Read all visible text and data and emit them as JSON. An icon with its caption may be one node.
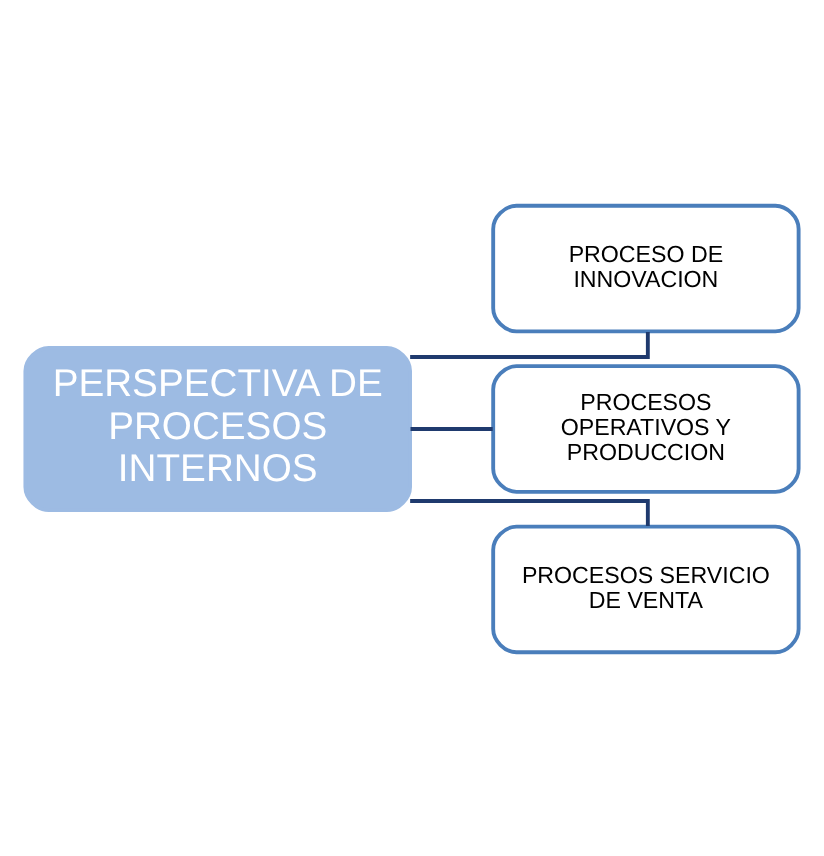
{
  "diagram": {
    "nodes": [
      {
        "text": [
          "PERSPECTIVA DE PROCESOS INTERNOS"
        ]
      },
      {
        "text": [
          "PROCESO DE INNOVACION"
        ]
      },
      {
        "text": [
          "PROCESOS OPERATIVOS Y PRODUCCION"
        ]
      },
      {
        "text": [
          "PROCESOS SERVICIO DE VENTA"
        ]
      }
    ],
    "edges": [
      {
        "from": 0,
        "to": 1,
        "arrow": "none"
      },
      {
        "from": 0,
        "to": 2,
        "arrow": "none"
      },
      {
        "from": 0,
        "to": 3,
        "arrow": "none"
      }
    ]
  }
}
